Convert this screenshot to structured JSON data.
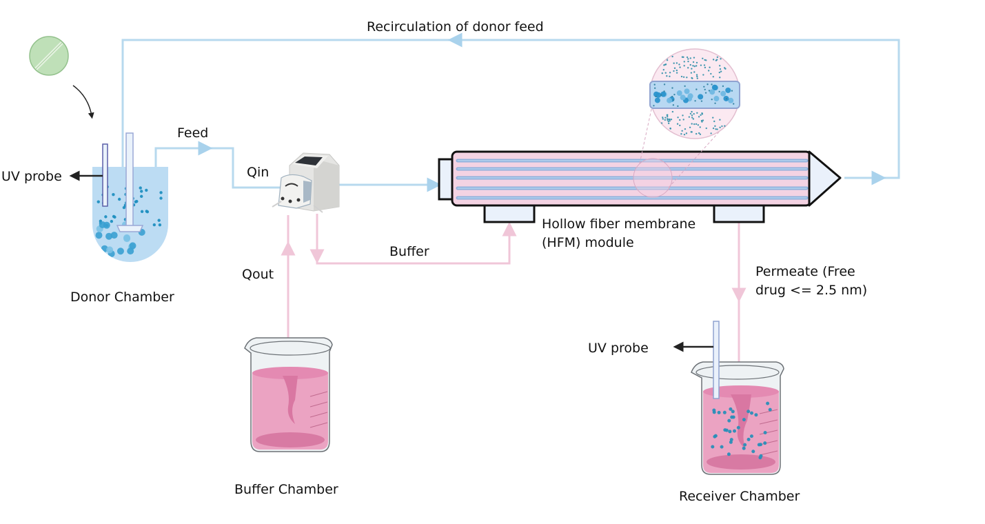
{
  "labels": {
    "recirculation": "Recirculation of donor feed",
    "feed": "Feed",
    "qin": "Qin",
    "qout": "Qout",
    "buffer": "Buffer",
    "uv_probe_donor": "UV probe",
    "uv_probe_receiver": "UV probe",
    "donor_chamber": "Donor Chamber",
    "buffer_chamber": "Buffer Chamber",
    "receiver_chamber": "Receiver Chamber",
    "hfm_line1": "Hollow fiber membrane",
    "hfm_line2": "(HFM) module",
    "permeate_line1": "Permeate (Free",
    "permeate_line2": "drug <= 2.5 nm)"
  },
  "colors": {
    "donor_flow": "#b7d9ee",
    "buffer_flow": "#f0c6d8",
    "donor_liquid": "#bcdcf3",
    "buffer_liquid": "#eba3c2",
    "fiber": "#8fb0dc",
    "module_body": "#f4d3e3",
    "tablet": "#b9dcb2",
    "particle": "#1f8fc0"
  }
}
